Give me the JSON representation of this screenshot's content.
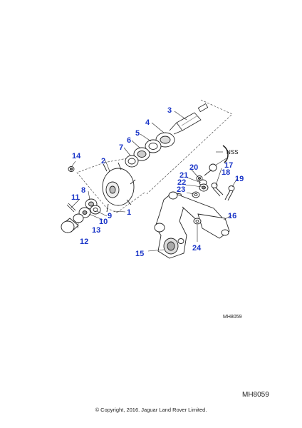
{
  "diagram": {
    "callouts": [
      "1",
      "2",
      "3",
      "4",
      "5",
      "6",
      "7",
      "8",
      "9",
      "10",
      "11",
      "12",
      "13",
      "14",
      "15",
      "16",
      "17",
      "18",
      "19",
      "20",
      "21",
      "22",
      "23",
      "24"
    ],
    "side_label": "NSS",
    "figure_code": "MH8059",
    "figure_code_large": "MH8059",
    "copyright": "© Copyright, 2016. Jaguar Land Rover Limited.",
    "colors": {
      "callout": "#1a35c8",
      "line": "#222222",
      "part_fill": "#ffffff",
      "shade": "#bdbdbd"
    }
  }
}
